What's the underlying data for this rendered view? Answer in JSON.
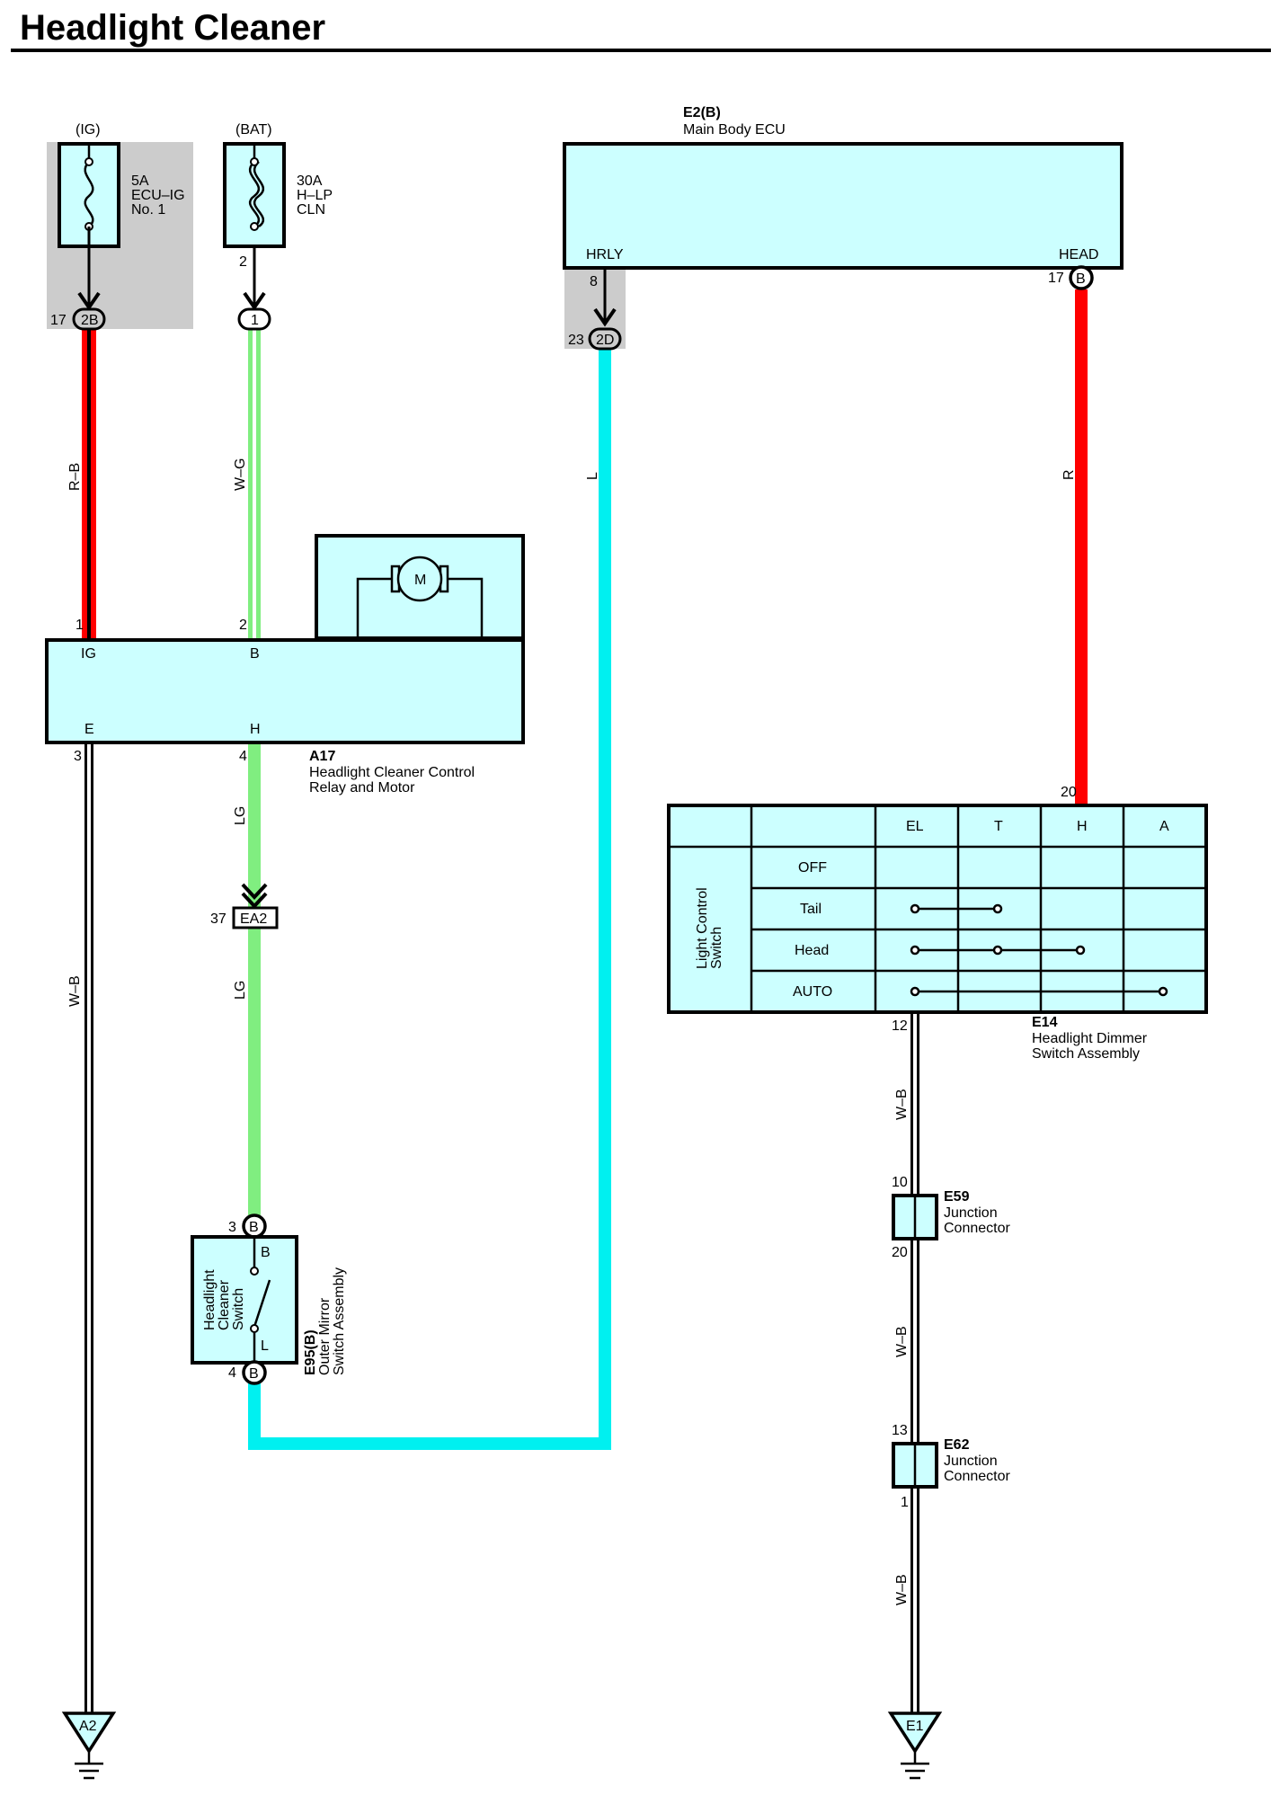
{
  "title": "Headlight Cleaner",
  "colors": {
    "component_fill": "#ccffff",
    "shaded_area": "#cccccc",
    "wire_red": "#ff0000",
    "wire_green": "#80ee80",
    "wire_blue": "#00f0f0",
    "wire_black_white": "#000000"
  },
  "fuses": [
    {
      "supply": "(IG)",
      "rating": "5A",
      "name_line1": "ECU–IG",
      "name_line2": "No. 1",
      "connector_pin": "17",
      "connector": "2B"
    },
    {
      "supply": "(BAT)",
      "rating": "30A",
      "name_line1": "H–LP",
      "name_line2": "CLN",
      "connector_pin": "2",
      "connector": "1"
    }
  ],
  "ecu": {
    "code": "E2(B)",
    "name": "Main Body ECU",
    "terminal_left": "HRLY",
    "terminal_right": "HEAD",
    "left_pin": "8",
    "left_conn_pin": "23",
    "left_conn": "2D",
    "right_pin": "17",
    "right_conn": "B"
  },
  "relay": {
    "code": "A17",
    "name_line1": "Headlight Cleaner Control",
    "name_line2": "Relay and Motor",
    "motor": "M",
    "term_ig": "IG",
    "term_b": "B",
    "term_e": "E",
    "term_h": "H",
    "pin_ig": "1",
    "pin_b": "2",
    "pin_e": "3",
    "pin_h": "4"
  },
  "wires": {
    "rb": "R–B",
    "wg": "W–G",
    "l": "L",
    "r": "R",
    "lg1": "LG",
    "lg2": "LG",
    "wb_left": "W–B",
    "wb_1": "W–B",
    "wb_2": "W–B",
    "wb_3": "W–B"
  },
  "junction_ea2": {
    "pin": "37",
    "name": "EA2"
  },
  "mirror_switch": {
    "code": "E95(B)",
    "name_line1": "Outer Mirror",
    "name_line2": "Switch Assembly",
    "inner_line1": "Headlight",
    "inner_line2": "Cleaner",
    "inner_line3": "Switch",
    "term_b": "B",
    "term_l": "L",
    "pin_top": "3",
    "conn_top": "B",
    "pin_bottom": "4",
    "conn_bottom": "B"
  },
  "dimmer": {
    "code": "E14",
    "name_line1": "Headlight Dimmer",
    "name_line2": "Switch Assembly",
    "side_line1": "Light Control",
    "side_line2": "Switch",
    "headers": [
      "EL",
      "T",
      "H",
      "A"
    ],
    "rows": [
      "OFF",
      "Tail",
      "Head",
      "AUTO"
    ],
    "pin_top": "20",
    "pin_bottom": "12"
  },
  "e59": {
    "code": "E59",
    "name_line1": "Junction",
    "name_line2": "Connector",
    "pin_top": "10",
    "pin_bottom": "20"
  },
  "e62": {
    "code": "E62",
    "name_line1": "Junction",
    "name_line2": "Connector",
    "pin_top": "13",
    "pin_bottom": "1"
  },
  "grounds": [
    "A2",
    "E1"
  ]
}
